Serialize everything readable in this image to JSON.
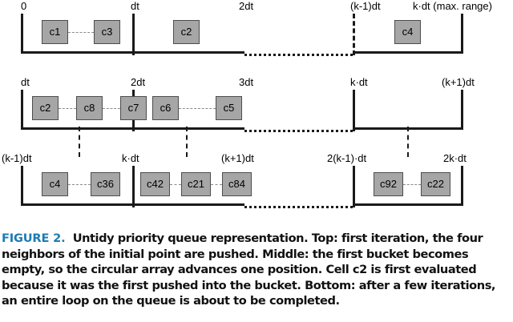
{
  "figure": {
    "label": "FIGURE 2.",
    "label_color": "#1b7cb4",
    "caption": "Untidy priority queue representation. Top: first iteration, the four neighbors of the initial point are pushed. Middle: the first bucket becomes empty, so the circular array advances one position. Cell c2 is first evaluated because it was the first pushed into the bucket. Bottom: after a few iterations, an entire loop on the queue is about to be completed.",
    "cell_fill": "#a6a6a6",
    "line_color": "#1a1a1a"
  },
  "rows": [
    {
      "name": "top-first-iteration",
      "ticks": [
        {
          "text": "0"
        },
        {
          "text": "dt"
        },
        {
          "text": "2dt"
        },
        {
          "text": "(k-1)dt"
        },
        {
          "text": "k·dt (max. range)"
        }
      ],
      "cells": [
        {
          "text": "c1"
        },
        {
          "text": "c3"
        },
        {
          "text": "c2"
        },
        {
          "text": "c4"
        }
      ]
    },
    {
      "name": "middle-array-advanced",
      "ticks": [
        {
          "text": "dt"
        },
        {
          "text": "2dt"
        },
        {
          "text": "3dt"
        },
        {
          "text": "k·dt"
        },
        {
          "text": "(k+1)dt"
        }
      ],
      "cells": [
        {
          "text": "c2"
        },
        {
          "text": "c8"
        },
        {
          "text": "c7"
        },
        {
          "text": "c6"
        },
        {
          "text": "c5"
        }
      ]
    },
    {
      "name": "bottom-loop-completing",
      "ticks": [
        {
          "text": "(k-1)dt"
        },
        {
          "text": "k·dt"
        },
        {
          "text": "(k+1)dt"
        },
        {
          "text": "2(k-1)·dt"
        },
        {
          "text": "2k·dt"
        }
      ],
      "cells": [
        {
          "text": "c4"
        },
        {
          "text": "c36"
        },
        {
          "text": "c42"
        },
        {
          "text": "c21"
        },
        {
          "text": "c84"
        },
        {
          "text": "c92"
        },
        {
          "text": "c22"
        }
      ]
    }
  ]
}
